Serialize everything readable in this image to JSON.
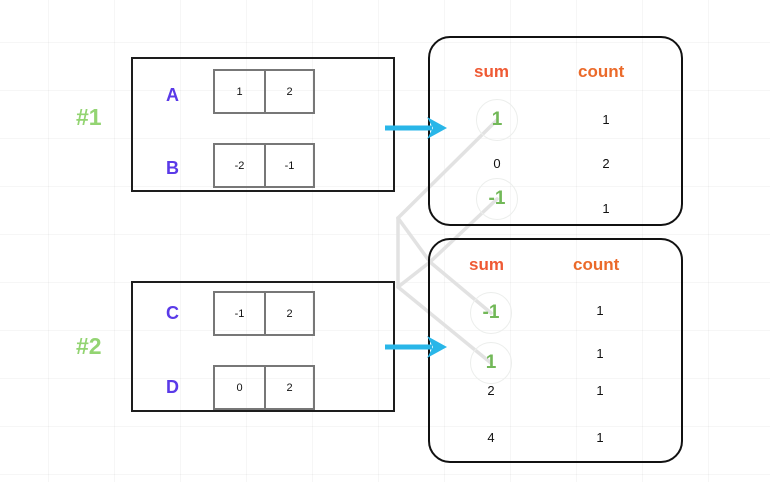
{
  "groups": [
    {
      "tag": "#1",
      "rows": [
        {
          "label": "A",
          "cells": [
            "1",
            "2"
          ]
        },
        {
          "label": "B",
          "cells": [
            "-2",
            "-1"
          ]
        }
      ]
    },
    {
      "tag": "#2",
      "rows": [
        {
          "label": "C",
          "cells": [
            "-1",
            "2"
          ]
        },
        {
          "label": "D",
          "cells": [
            "0",
            "2"
          ]
        }
      ]
    }
  ],
  "tables": [
    {
      "headers": {
        "sum": "sum",
        "count": "count"
      },
      "rows": [
        {
          "sum": "1",
          "count": "1",
          "highlight": true
        },
        {
          "sum": "0",
          "count": "2",
          "highlight": false
        },
        {
          "sum": "-1",
          "count": "1",
          "highlight": true
        }
      ]
    },
    {
      "headers": {
        "sum": "sum",
        "count": "count"
      },
      "rows": [
        {
          "sum": "-1",
          "count": "1",
          "highlight": true
        },
        {
          "sum": "1",
          "count": "1",
          "highlight": true
        },
        {
          "sum": "2",
          "count": "1",
          "highlight": false
        },
        {
          "sum": "4",
          "count": "1",
          "highlight": false
        }
      ]
    }
  ],
  "colors": {
    "group_tag": "#93d472",
    "row_label": "#5a3ae8",
    "header": "#ef5a34",
    "highlight_value": "#72b858",
    "arrow": "#29b6e8",
    "link_line": "#e0e0e0",
    "panel_border": "#1d1d1d",
    "cell_border": "#777777"
  },
  "arrows": [
    {
      "name": "arrow-group1-to-table1"
    },
    {
      "name": "arrow-group2-to-table2"
    }
  ]
}
